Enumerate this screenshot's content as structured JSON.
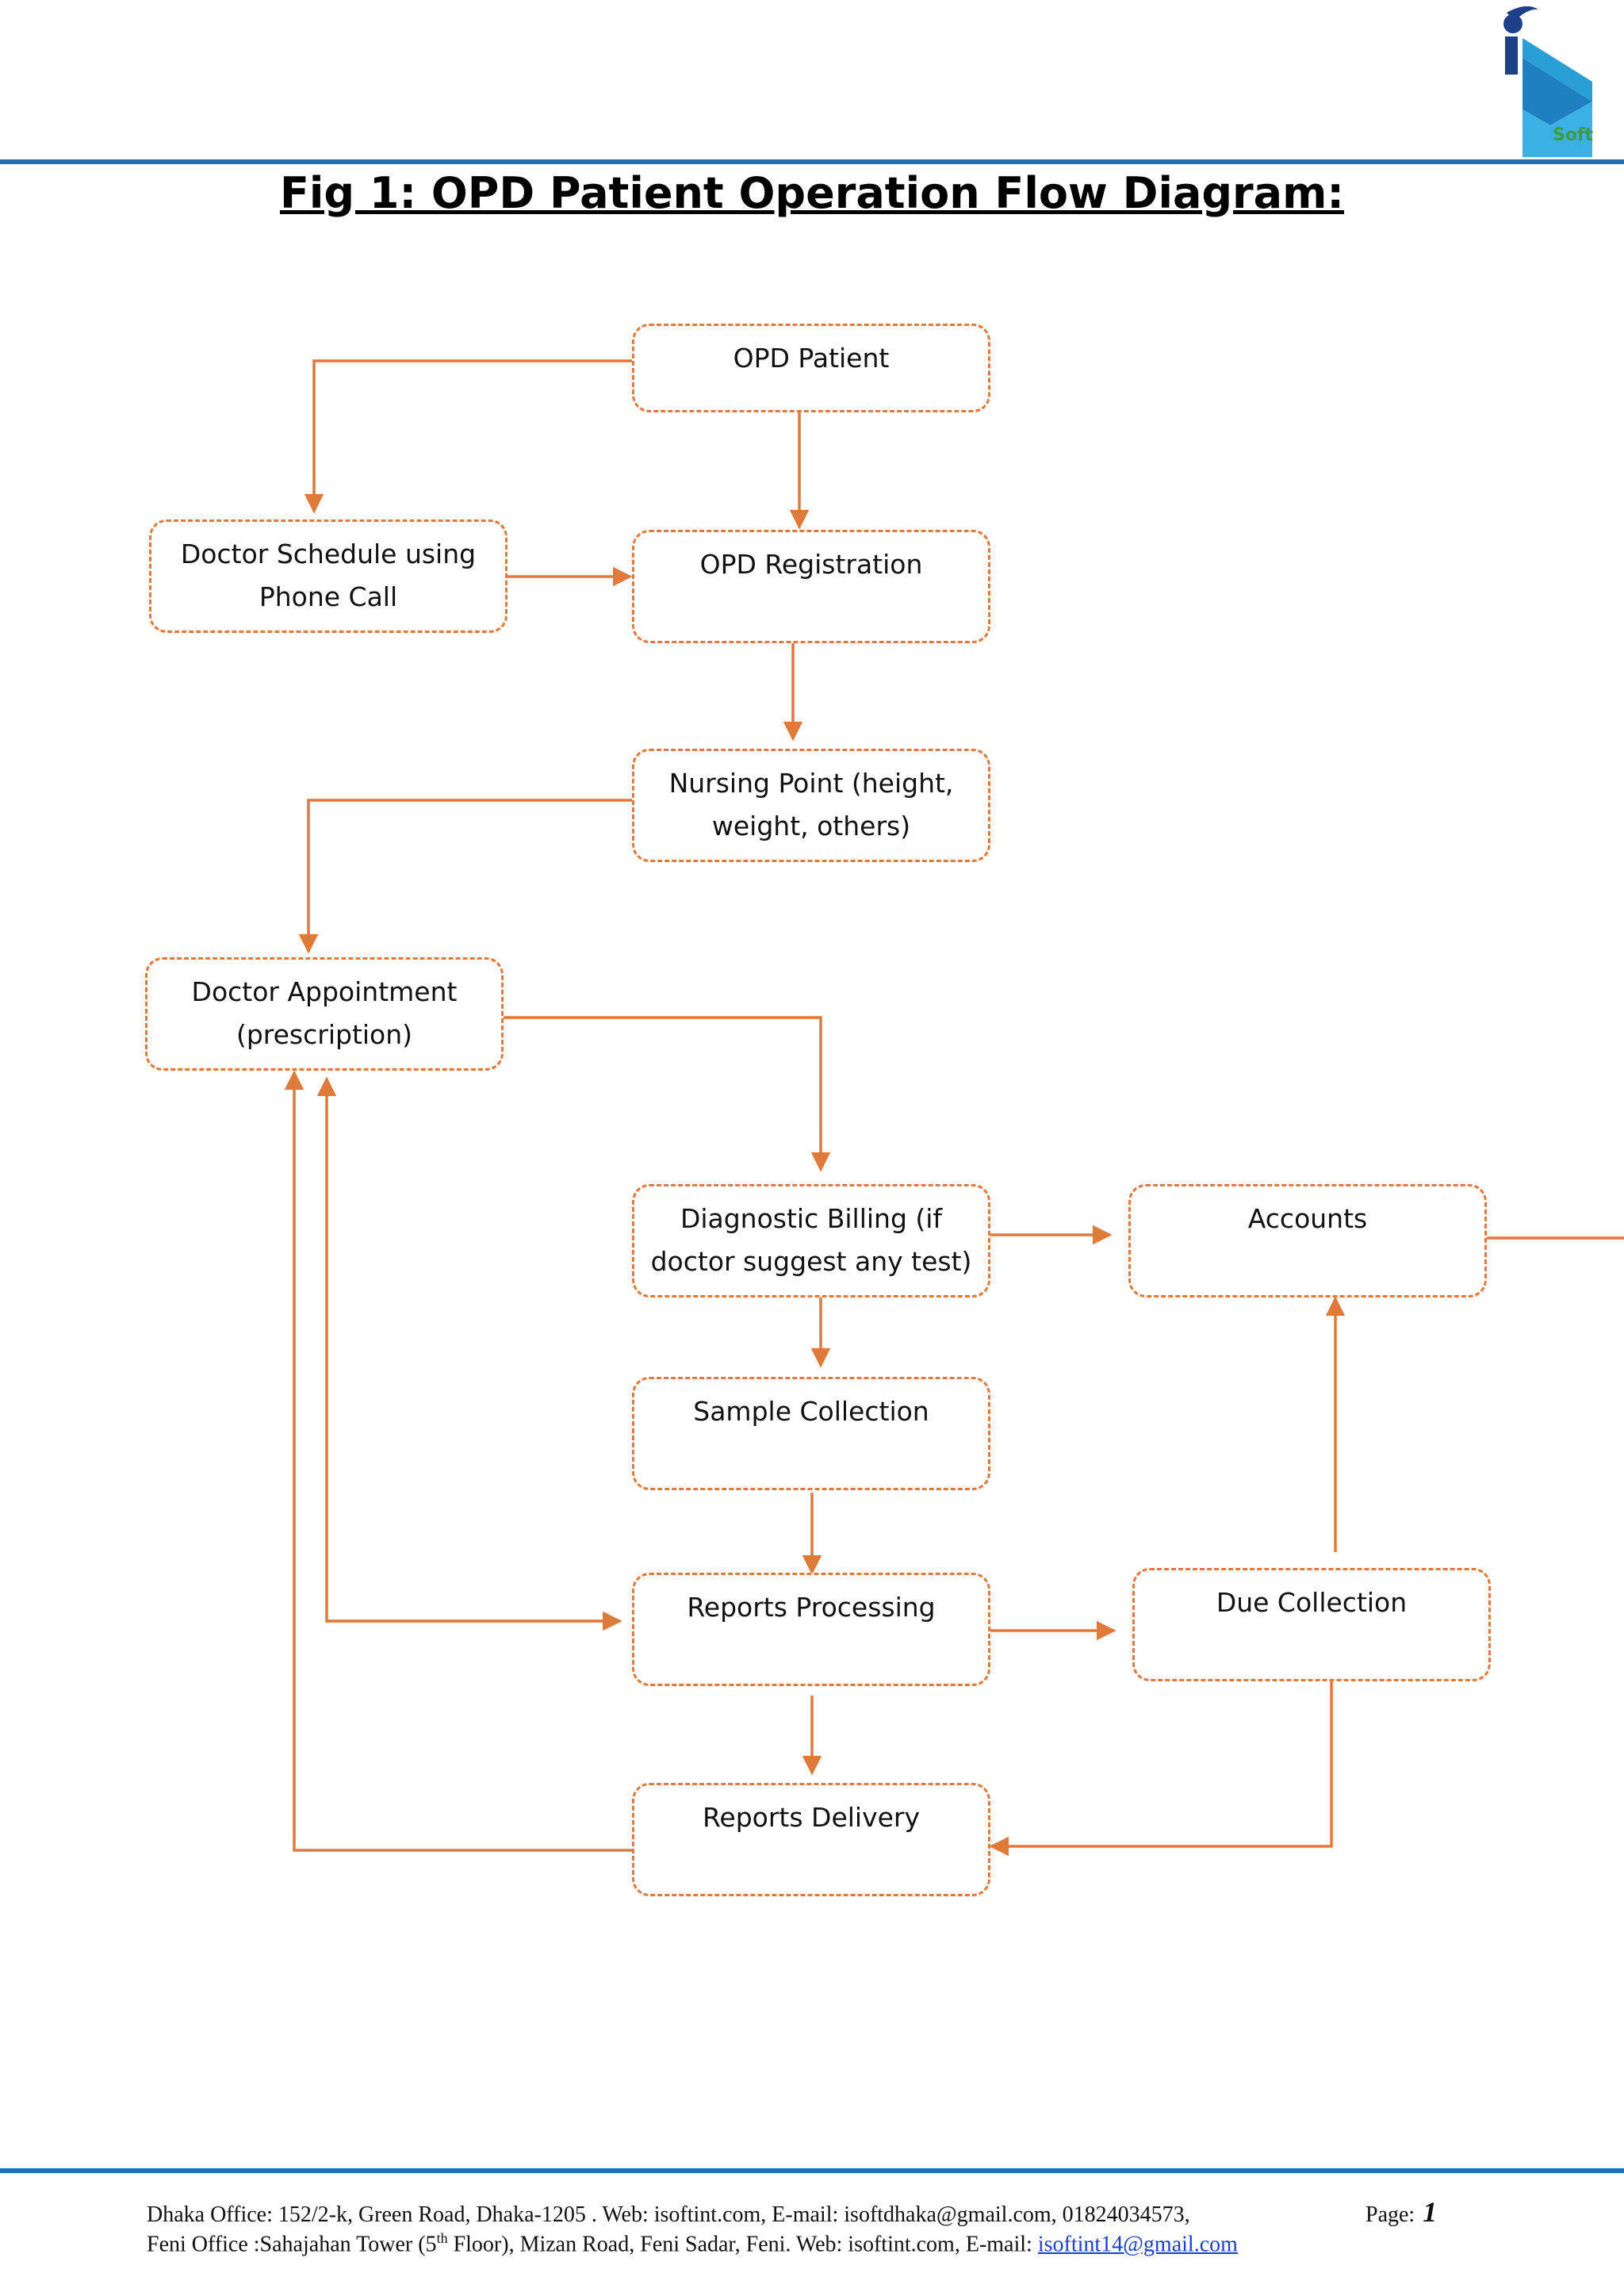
{
  "title": "Fig 1: OPD Patient Operation Flow Diagram:",
  "logo": {
    "text": "Soft"
  },
  "colors": {
    "accent": "#e07a3a",
    "rule": "#1e6fb5",
    "link": "#1a3fd6"
  },
  "nodes": {
    "opd_patient": {
      "lines": [
        "OPD Patient"
      ]
    },
    "doctor_schedule": {
      "lines": [
        "Doctor Schedule using",
        "Phone Call"
      ]
    },
    "opd_registration": {
      "lines": [
        "OPD Registration"
      ]
    },
    "nursing_point": {
      "lines": [
        "Nursing Point (height,",
        "weight, others)"
      ]
    },
    "doctor_appointment": {
      "lines": [
        "Doctor Appointment",
        "(prescription)"
      ]
    },
    "diagnostic_billing": {
      "lines": [
        "Diagnostic Billing (if",
        "doctor suggest any test)"
      ]
    },
    "accounts": {
      "lines": [
        "Accounts"
      ]
    },
    "sample_collection": {
      "lines": [
        "Sample Collection"
      ]
    },
    "reports_processing": {
      "lines": [
        "Reports Processing"
      ]
    },
    "due_collection": {
      "lines": [
        "Due Collection"
      ]
    },
    "reports_delivery": {
      "lines": [
        "Reports Delivery"
      ]
    }
  },
  "footer": {
    "line1": "Dhaka Office: 152/2-k, Green Road, Dhaka-1205 . Web: isoftint.com, E-mail: isoftdhaka@gmail.com, 01824034573,",
    "line2_prefix": "Feni  Office :Sahajahan Tower (5",
    "line2_sup": "th",
    "line2_mid": " Floor), Mizan Road, Feni Sadar, Feni. Web: isoftint.com, E-mail: ",
    "line2_email": "isoftint14@gmail.com",
    "page_label": "Page:",
    "page_number": "1"
  }
}
